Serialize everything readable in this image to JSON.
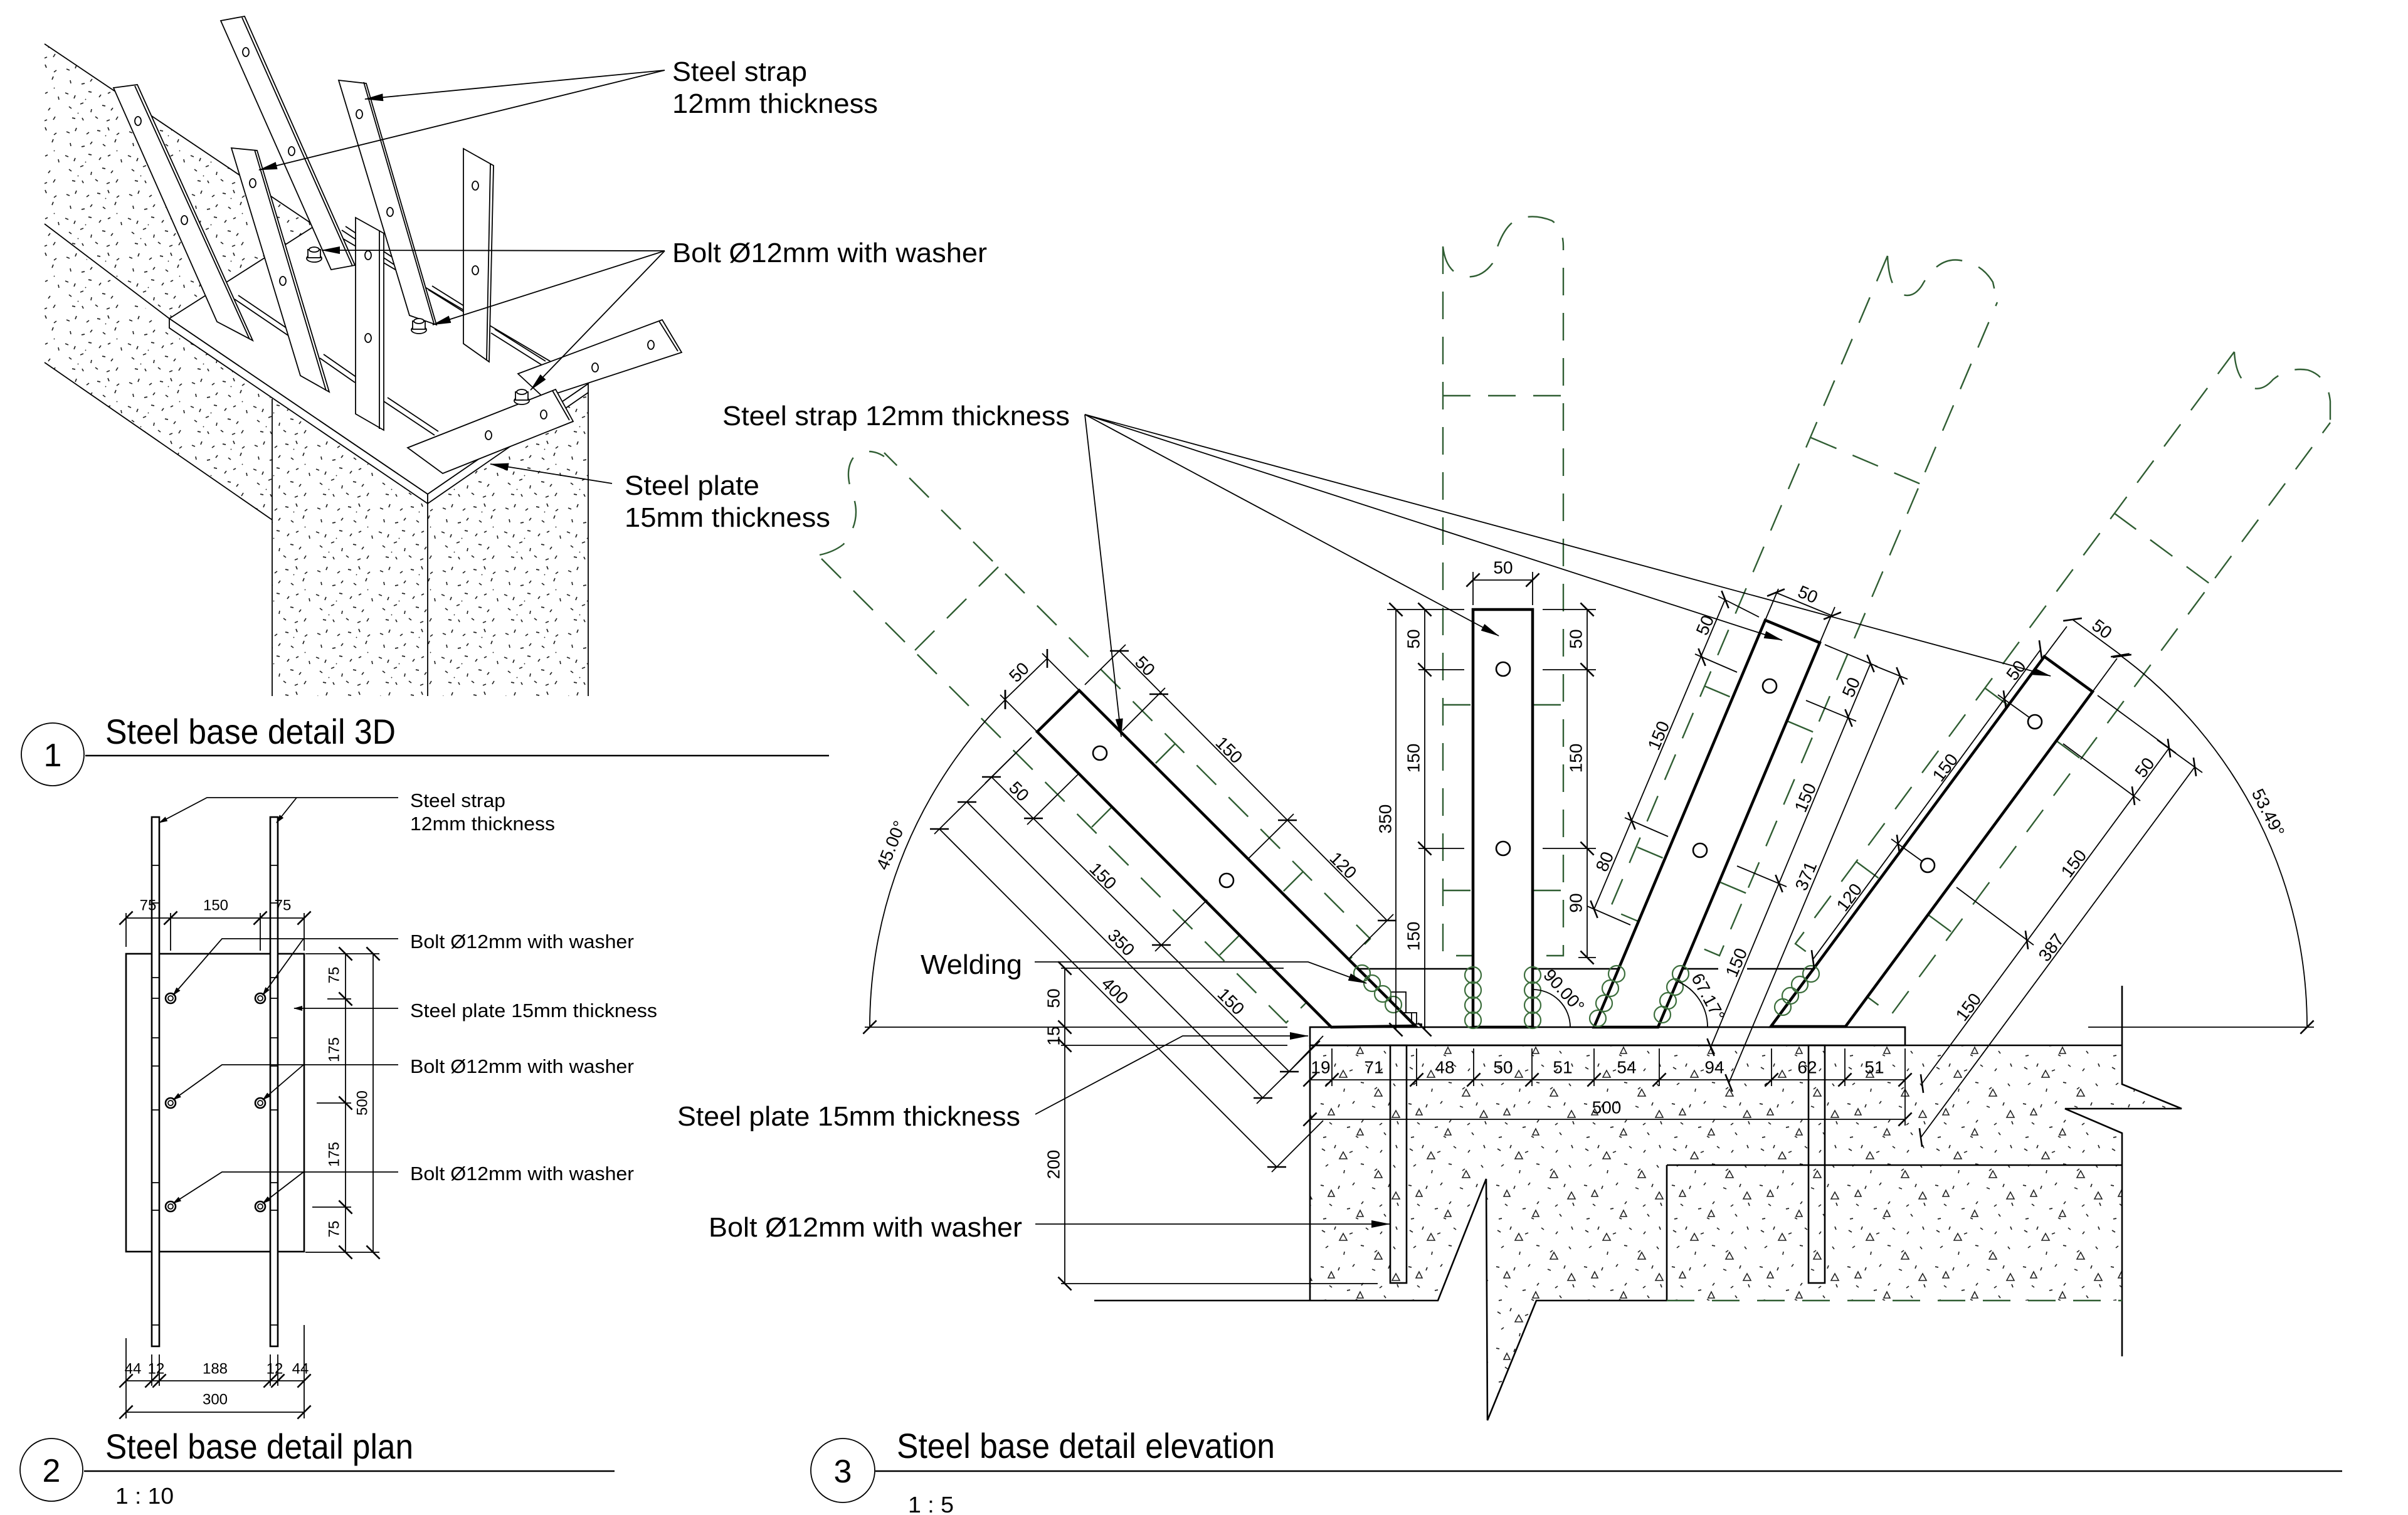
{
  "detail_3d": {
    "number": "1",
    "title": "Steel base detail 3D",
    "labels": {
      "steel_strap_line1": "Steel strap",
      "steel_strap_line2": "12mm thickness",
      "bolt": "Bolt Ø12mm with washer",
      "steel_plate_line1": "Steel plate",
      "steel_plate_line2": "15mm thickness"
    }
  },
  "detail_plan": {
    "number": "2",
    "title": "Steel base detail plan",
    "scale": "1 : 10",
    "labels": {
      "steel_strap_line1": "Steel strap",
      "steel_strap_line2": "12mm thickness",
      "bolt_row_1": "Bolt Ø12mm with washer",
      "steel_plate": "Steel plate 15mm thickness",
      "bolt_row_2": "Bolt Ø12mm with washer",
      "bolt_row_3": "Bolt Ø12mm with washer"
    },
    "dimensions": {
      "top_chain": [
        "75",
        "150",
        "75"
      ],
      "right_chain": [
        "75",
        "175",
        "175",
        "75"
      ],
      "right_overall": "500",
      "bottom_chain": [
        "44",
        "12",
        "188",
        "12",
        "44"
      ],
      "bottom_overall": "300"
    }
  },
  "detail_elevation": {
    "number": "3",
    "title": "Steel base detail elevation",
    "scale": "1 : 5",
    "labels": {
      "steel_strap": "Steel strap 12mm thickness",
      "welding": "Welding",
      "steel_plate": "Steel plate 15mm thickness",
      "bolt": "Bolt Ø12mm with washer"
    },
    "angles": {
      "strap_1": "45.00°",
      "strap_2": "90.00°",
      "strap_3": "67.17°",
      "strap_4": "53.49°"
    },
    "strap_1_dims": [
      "50",
      "50",
      "150",
      "120",
      "50",
      "150",
      "150",
      "350",
      "400"
    ],
    "strap_2_dims": [
      "50",
      "50",
      "150",
      "150",
      "350",
      "50",
      "150",
      "90"
    ],
    "strap_3_dims": [
      "50",
      "150",
      "80",
      "50",
      "50",
      "150",
      "150",
      "371"
    ],
    "strap_4_dims": [
      "50",
      "150",
      "120",
      "50",
      "50",
      "150",
      "150",
      "387"
    ],
    "vertical_dims": [
      "50",
      "15",
      "200"
    ],
    "base_chain": [
      "19",
      "71",
      "48",
      "50",
      "51",
      "54",
      "94",
      "62",
      "51"
    ],
    "base_overall": "500"
  },
  "colors": {
    "line": "#000000",
    "hidden_line": "#2f5d32",
    "weld": "#3c6e3c",
    "plate_fill": "#9b9b9b"
  }
}
